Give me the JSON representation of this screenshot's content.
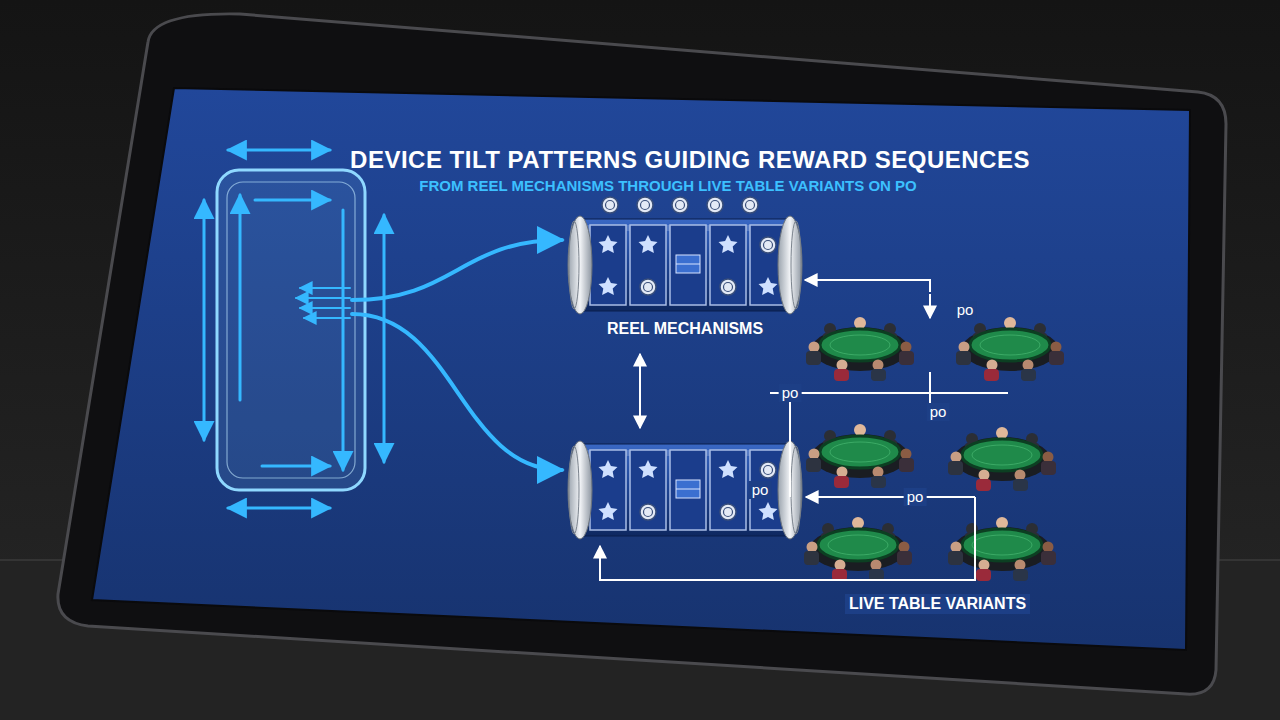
{
  "diagram": {
    "title": "DEVICE TILT PATTERNS GUIDING REWARD SEQUENCES",
    "nodes": [
      {
        "text": [
          "REEL MECHANISMS"
        ]
      },
      {
        "text": [
          "LIVE TABLE VARIANTS"
        ]
      }
    ],
    "edges": [
      {
        "from": 1,
        "to": 0,
        "arrow": "to"
      }
    ],
    "labels": [
      "FROM REEL MECHANISMS THROUGH LIVE TABLE VARIANTS ON PO",
      "po",
      "po",
      "po",
      "po",
      "po"
    ]
  }
}
